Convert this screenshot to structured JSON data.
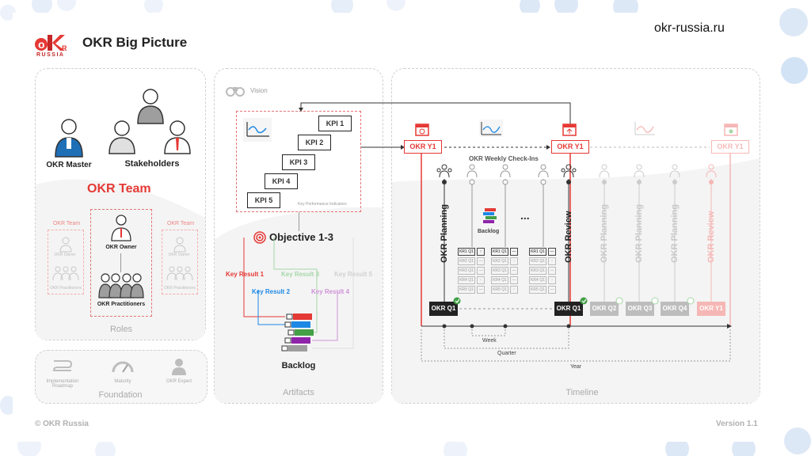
{
  "header": {
    "logo_text": "OKR",
    "logo_sub": "RUSSIA",
    "title": "OKR Big Picture",
    "site": "okr-russia.ru"
  },
  "roles": {
    "okr_master": "OKR Master",
    "stakeholders": "Stakeholders",
    "okr_team": "OKR Team",
    "team_left": "OKR Team",
    "team_right": "OKR Team",
    "owner_faint": "OKR Owner",
    "practitioners_faint": "OKR Practitioners",
    "okr_owner": "OKR Owner",
    "okr_practitioners": "OKR Practitioners",
    "label": "Roles"
  },
  "foundation": {
    "items": [
      "Implementation Roadmap",
      "Maturity",
      "OKR Expert"
    ],
    "label": "Foundation"
  },
  "artifacts": {
    "vision": "Vision",
    "kpis": [
      "KPI 1",
      "KPI 2",
      "KPI 3",
      "KPI 4",
      "KPI 5"
    ],
    "kpi_caption": "Key Performance Indicators",
    "objective": "Objective 1-3",
    "key_results": [
      "Key Result 1",
      "Key Result 2",
      "Key Result 3",
      "Key Result 4",
      "Key Result 5"
    ],
    "backlog": "Backlog",
    "label": "Artifacts"
  },
  "timeline": {
    "okr_y1": "OKR Y1",
    "weekly": "OKR Weekly Check-Ins",
    "okr_planning": "OKR Planning",
    "okr_review": "OKR Review",
    "backlog_small": "Backlog",
    "kr_rows": [
      "KR1 Q1",
      "KR2 Q1",
      "KR3 Q1",
      "KR4 Q1",
      "KR5 Q1"
    ],
    "quarters": [
      "OKR Q1",
      "OKR Q1",
      "OKR Q2",
      "OKR Q3",
      "OKR Q4",
      "OKR Y1"
    ],
    "week": "Week",
    "quarter": "Quarter",
    "year": "Year",
    "ellipsis": "...",
    "label": "Timeline"
  },
  "footer": {
    "copyright": "© OKR Russia",
    "version": "Version 1.1"
  },
  "colors": {
    "accent": "#e53935",
    "kr1": "#e53935",
    "kr2": "#1e88e5",
    "kr3": "#43a047",
    "kr4": "#8e24aa",
    "kr5": "#9e9e9e",
    "bubble": "#dde8f6"
  }
}
